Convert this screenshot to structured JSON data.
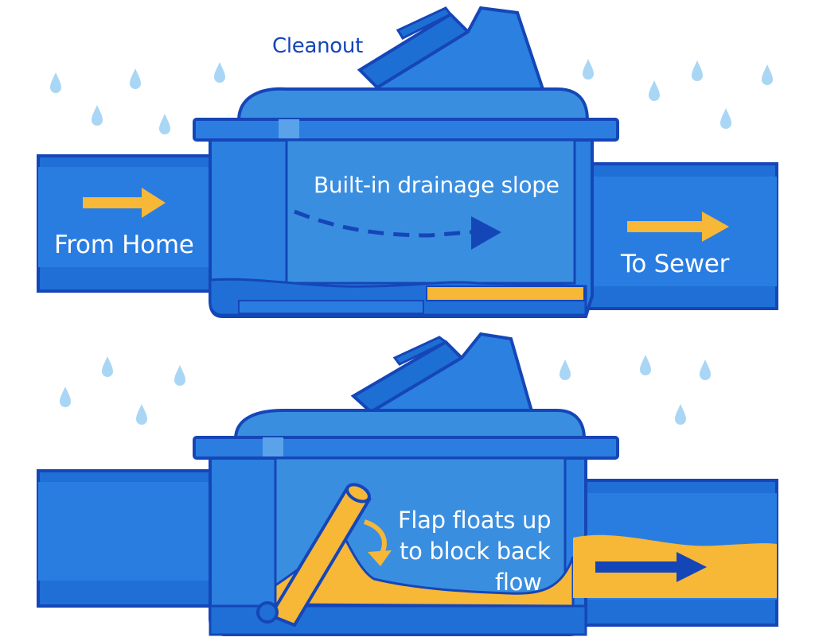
{
  "top_diagram": {
    "cleanout_label": "Cleanout",
    "slope_label": "Built-in drainage slope",
    "from_label": "From Home",
    "to_label": "To Sewer"
  },
  "bottom_diagram": {
    "flap_line_1": "Flap floats up",
    "flap_line_2": "to block back",
    "flap_line_3": "flow"
  },
  "colors": {
    "outline": "#1546b8",
    "pipe": "#2272d8",
    "body": "#3a8ee0",
    "water": "#f7b737",
    "rain": "#a9d6f5"
  },
  "icons": [
    "rain-drop-icon",
    "flow-arrow-icon",
    "curved-arrow-icon"
  ]
}
